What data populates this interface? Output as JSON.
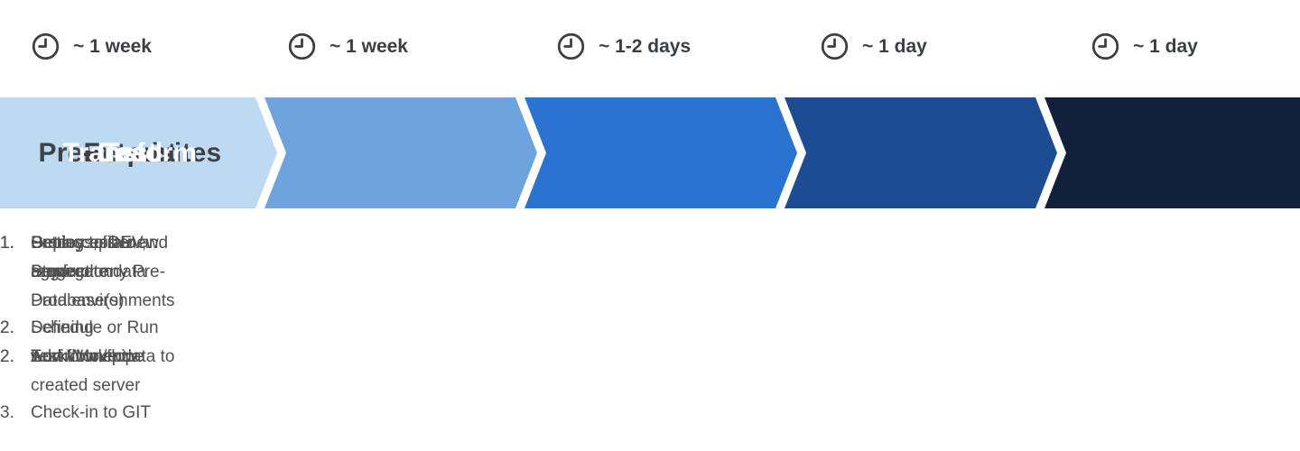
{
  "diagram": {
    "background": "#ffffff",
    "list_text_color": "#515151",
    "timer_text_color": "#3a3f44"
  },
  "icons": {
    "clock": "analog-clock showing hands at 9 and 12"
  },
  "stages": [
    {
      "title": "Pre-requisites",
      "duration": "~ 1 week",
      "color": "#BEDAF2",
      "title_color": "#3e4247",
      "items": [
        {
          "num": "1.",
          "text": "Setting up a new Server"
        },
        {
          "num": "2.",
          "text": "Defining Environment"
        },
        {
          "num": "3.",
          "text": "Check-in to GIT"
        }
      ]
    },
    {
      "title": "Extract",
      "duration": "~ 1 week",
      "color": "#6FA3DD",
      "title_color": "#3e4247",
      "items": [
        {
          "num": "1.",
          "text": "Get access to required Database(s)"
        },
        {
          "num": "2.",
          "text": "Add / Move data to created server"
        }
      ]
    },
    {
      "title": "Transform",
      "duration": "~ 1-2 days",
      "color": "#2B73D1",
      "title_color": "#ffffff",
      "items": [
        {
          "num": "1.",
          "text": "Process, filter and aggregate data"
        },
        {
          "num": "2.",
          "text": "Schedule or Run workflow / pipe"
        }
      ]
    },
    {
      "title": "Test",
      "duration": "~ 1 day",
      "color": "#1E4C93",
      "title_color": "#ffffff",
      "items": [
        {
          "num": "1.",
          "text": "Deploy to DEV, Stage or any Pre-Prod environments"
        },
        {
          "num": "2.",
          "text": "Test Workflow"
        }
      ]
    },
    {
      "title": "Load",
      "duration": "~ 1 day",
      "color": "#13203B",
      "title_color": "#ffffff",
      "items": [
        {
          "num": "1.",
          "text": "Deploy to Production"
        }
      ]
    }
  ]
}
